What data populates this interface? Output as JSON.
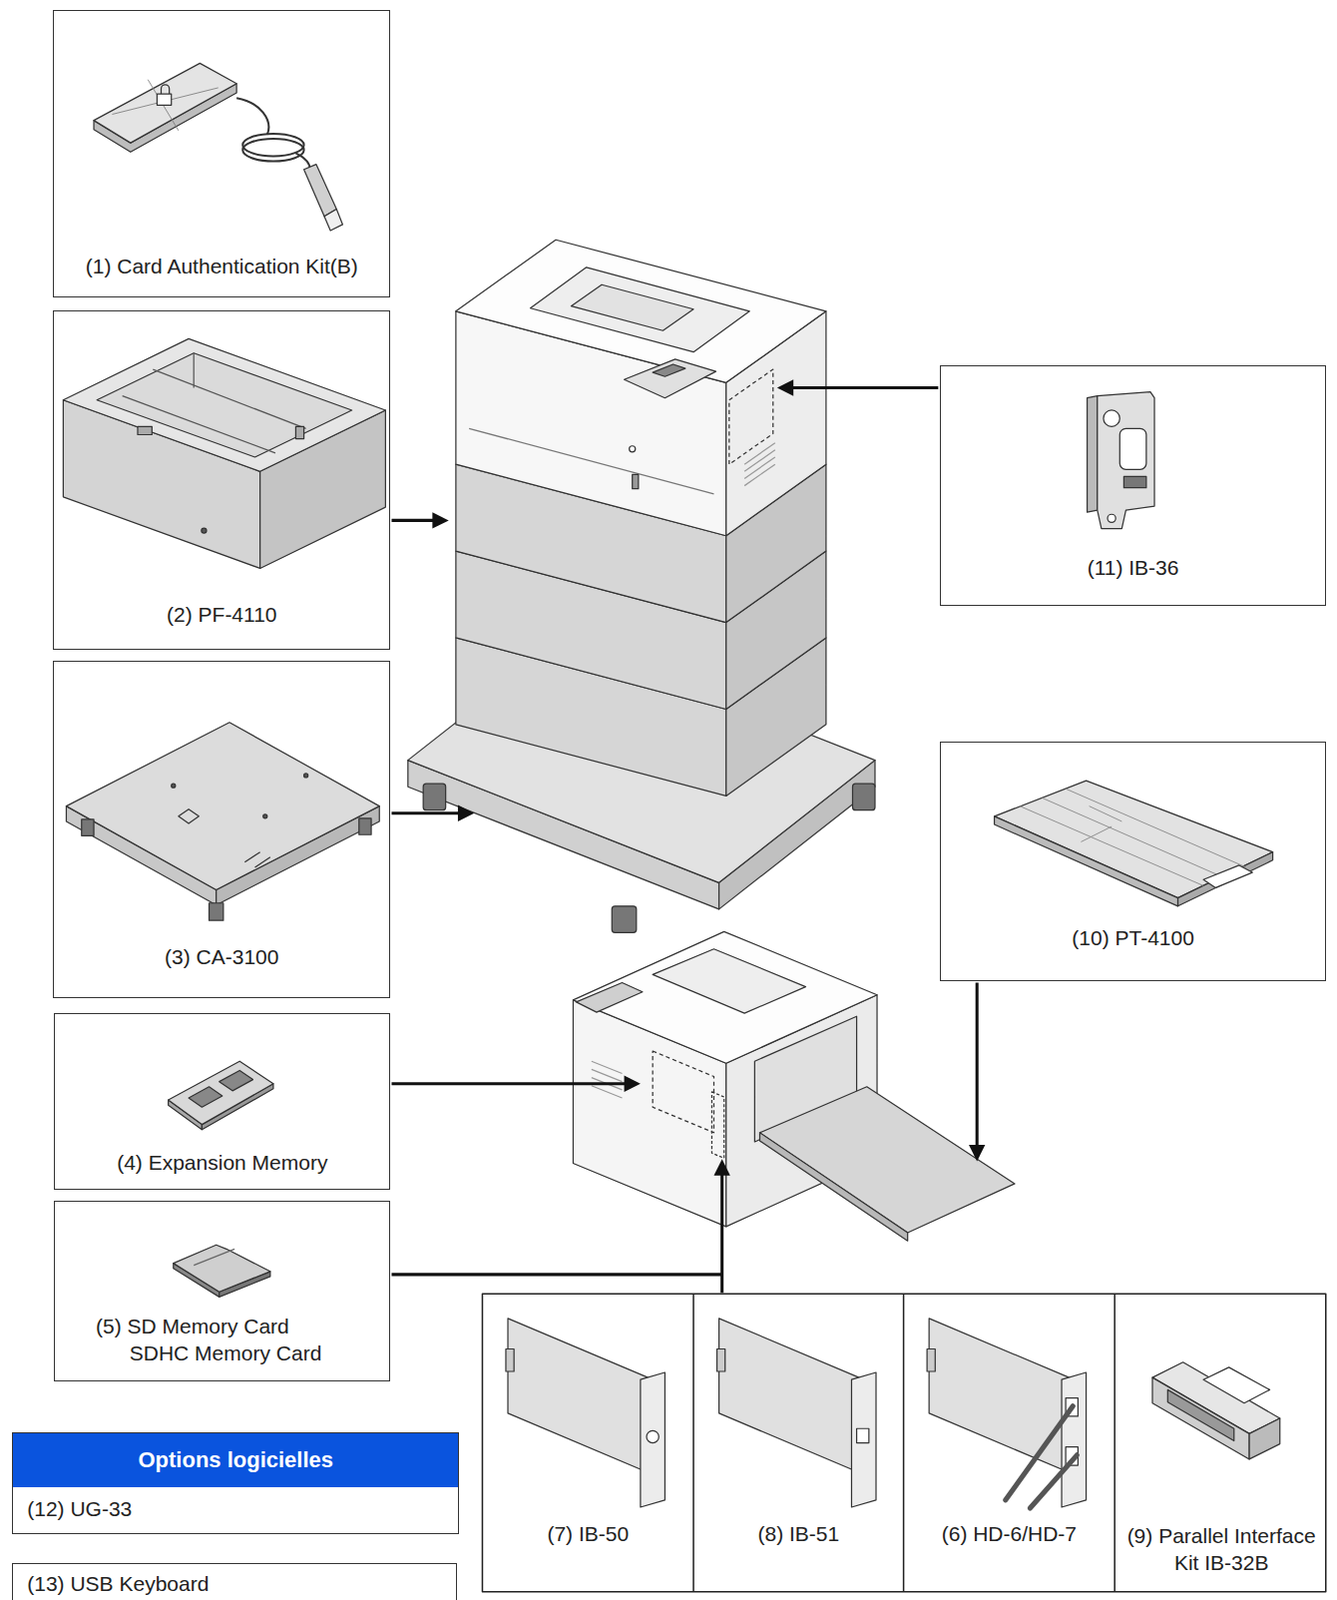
{
  "diagram": {
    "nodes": [
      {
        "text": [
          "(1) Card Authentication Kit(B)"
        ]
      },
      {
        "text": [
          "(2) PF-4110"
        ]
      },
      {
        "text": [
          "(11) IB-36"
        ]
      },
      {
        "text": [
          "(3) CA-3100"
        ]
      },
      {
        "text": [
          "(10) PT-4100"
        ]
      },
      {
        "text": [
          "(4) Expansion Memory"
        ]
      },
      {
        "text": [
          "(5) SD Memory Card",
          "SDHC Memory Card"
        ]
      },
      {
        "text": [
          "(7) IB-50"
        ]
      },
      {
        "text": [
          "(8) IB-51"
        ]
      },
      {
        "text": [
          "(6) HD-6/HD-7"
        ]
      },
      {
        "text": [
          "(9) Parallel Interface Kit IB-32B"
        ]
      },
      {
        "text": [
          "Options logicielles",
          "(12) UG-33"
        ]
      },
      {
        "text": [
          "(13) USB Keyboard"
        ]
      }
    ]
  }
}
